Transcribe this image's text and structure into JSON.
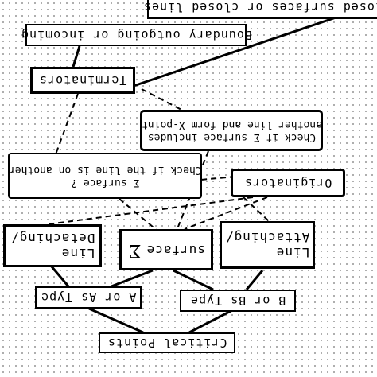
{
  "diagram": {
    "nodes": {
      "closed_surfaces": "Closed surfaces or closed lines",
      "boundary": "Boundary outgoing or incoming",
      "terminators": "Terminators",
      "check_sigma_line1": "Check if Σ surface includes",
      "check_sigma_line2": "another line and form X-point",
      "check_line_line1": "Σ  surface  ?",
      "check_line_line2": "Check if the line is on another",
      "originators": "Originators",
      "detaching_line1": "Line",
      "detaching_line2": "Detaching/",
      "sigma_symbol": "Σ",
      "sigma_surface": "surface",
      "attaching_line1": "Line",
      "attaching_line2": "Attaching/",
      "a_type": "A or As Type",
      "b_type": "B or Bs Type",
      "critical_points": "Critical Points"
    }
  }
}
